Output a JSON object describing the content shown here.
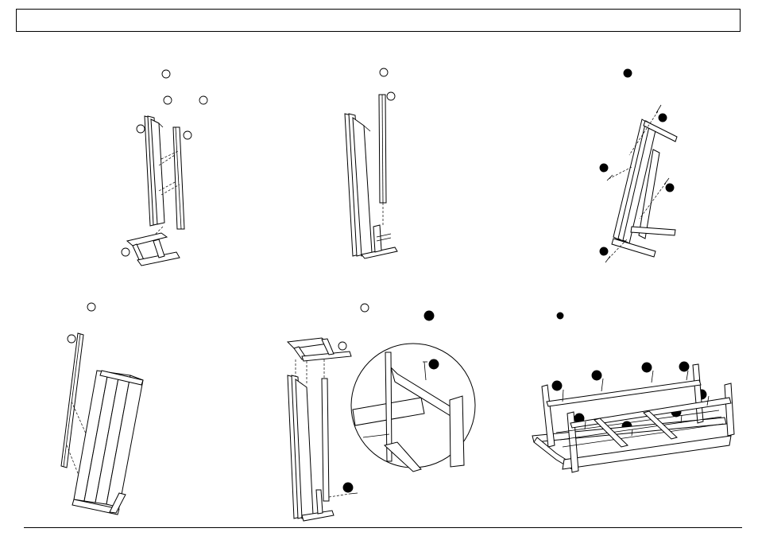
{
  "page": {
    "header_text": "",
    "footer_text": ""
  },
  "steps": [
    {
      "id": "step-1",
      "callouts": 5
    },
    {
      "id": "step-2",
      "callouts": 2
    },
    {
      "id": "step-3",
      "callouts": 5
    },
    {
      "id": "step-4",
      "callouts": 2
    },
    {
      "id": "step-5",
      "callouts": 4
    },
    {
      "id": "step-6",
      "callouts": 9
    }
  ]
}
